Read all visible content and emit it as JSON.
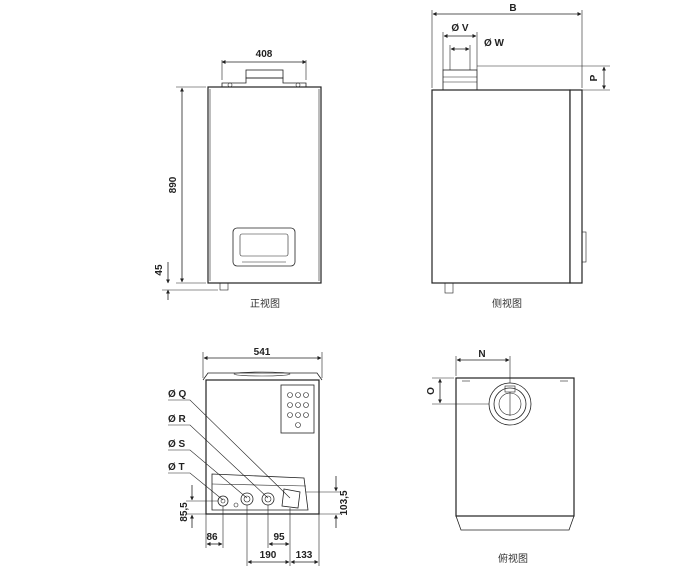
{
  "views": {
    "front": {
      "caption": "正视图",
      "dims": {
        "width_top": "408",
        "height": "890",
        "bottom": "45"
      }
    },
    "side": {
      "caption": "侧视图",
      "dims": {
        "depth": "B",
        "flue_v": "Ø V",
        "flue_w": "Ø W",
        "flue_p": "P"
      }
    },
    "bottom": {
      "dims": {
        "width": "541",
        "q": "Ø Q",
        "r": "Ø R",
        "s": "Ø S",
        "t": "Ø T",
        "h_left": "85,5",
        "h_right": "103,5",
        "x1": "86",
        "x2": "95",
        "x3": "190",
        "x4": "133"
      }
    },
    "top": {
      "caption": "俯视图",
      "dims": {
        "n": "N",
        "o": "O"
      }
    }
  }
}
